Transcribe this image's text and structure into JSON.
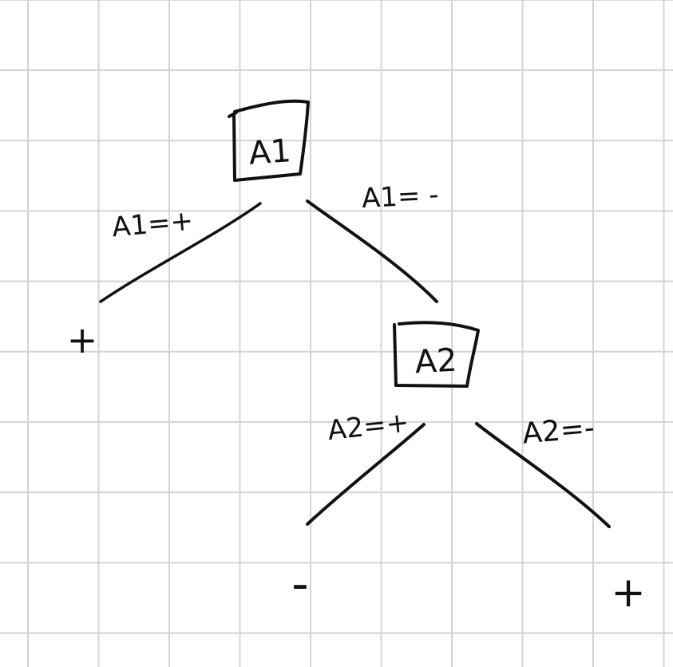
{
  "tree": {
    "root": {
      "label": "A1"
    },
    "root_edges": {
      "left": "A1=+",
      "right": "A1= -"
    },
    "left_leaf": "+",
    "child": {
      "label": "A2"
    },
    "child_edges": {
      "left": "A2=+",
      "right": "A2=-"
    },
    "child_leaf_left": "-",
    "child_leaf_right": "+"
  },
  "colors": {
    "ink": "#111111",
    "grid": "#d4d4d4",
    "paper": "#ffffff"
  }
}
